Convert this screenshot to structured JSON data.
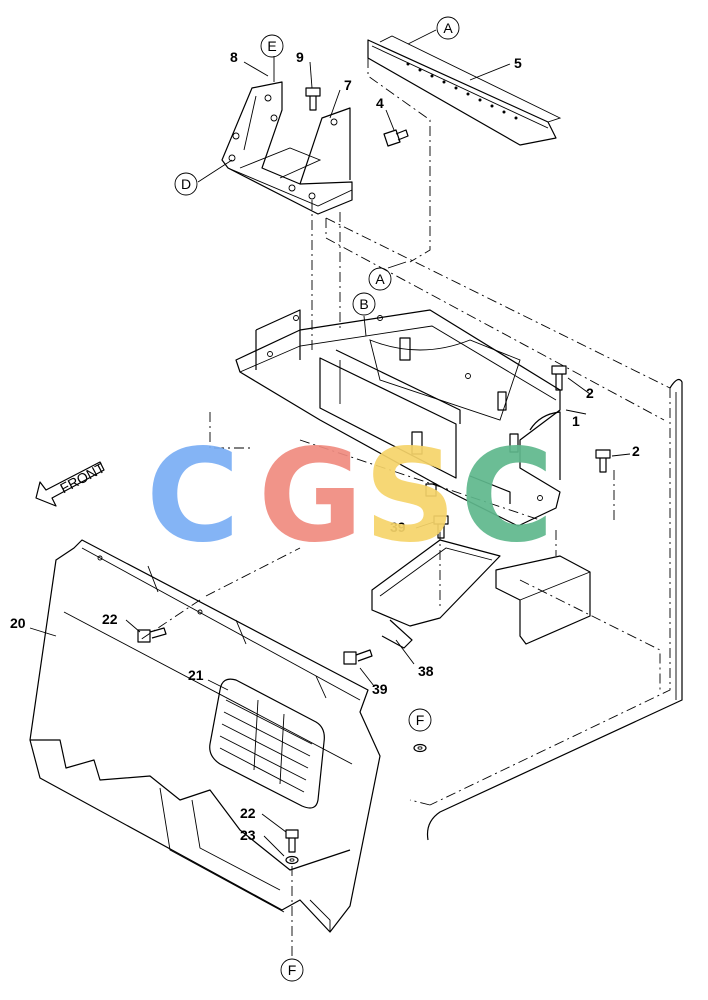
{
  "callouts": {
    "c1": "1",
    "c2a": "2",
    "c2b": "2",
    "c4": "4",
    "c5": "5",
    "c7": "7",
    "c8": "8",
    "c9": "9",
    "c20": "20",
    "c21": "21",
    "c22a": "22",
    "c22b": "22",
    "c23": "23",
    "c38": "38",
    "c39a": "39",
    "c39b": "39"
  },
  "reference_letters": {
    "a_top": "A",
    "a_mid": "A",
    "b": "B",
    "d": "D",
    "e": "E",
    "f_mid": "F",
    "f_bottom": "F"
  },
  "direction_label": "FRONT",
  "watermark": {
    "letters": [
      "C",
      "G",
      "S",
      "C"
    ],
    "colors": [
      "#7aaef5",
      "#f08b80",
      "#f6d46a",
      "#5fb88d"
    ]
  }
}
